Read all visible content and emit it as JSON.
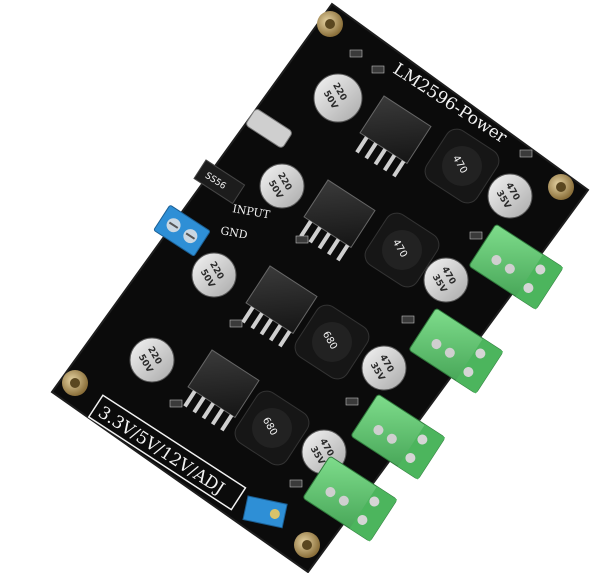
{
  "board": {
    "title": "LM2596-Power",
    "voltages": "3.3V/5V/12V/ADJ",
    "input_label": "INPUT",
    "gnd_label": "GND"
  },
  "components": {
    "cap_labels": [
      "220",
      "50V",
      "220",
      "50V",
      "220",
      "50V",
      "220",
      "50V"
    ],
    "out_cap_labels": [
      "470",
      "35V",
      "470",
      "35V",
      "470",
      "35V",
      "470",
      "35V"
    ],
    "inductor_labels": [
      "470",
      "470",
      "680",
      "680"
    ],
    "diode_label": "SS56"
  },
  "colors": {
    "pcb": "#0c0c0c",
    "terminal": "#5ac46c",
    "input_terminal": "#2e8fd6",
    "silkscreen": "#f2f2f2"
  }
}
